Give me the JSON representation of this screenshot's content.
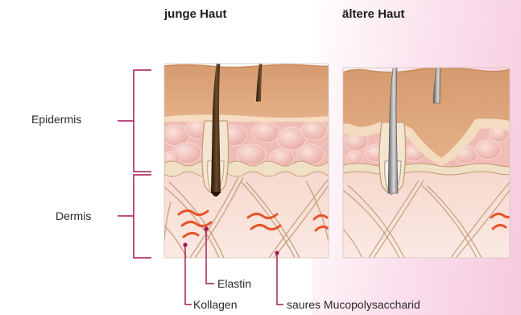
{
  "titles": {
    "young": "junge Haut",
    "old": "ältere Haut"
  },
  "layers": {
    "epidermis": "Epidermis",
    "dermis": "Dermis"
  },
  "components": {
    "elastin": "Elastin",
    "collagen": "Kollagen",
    "mucopolysaccharide": "saures Mucopolysaccharid"
  },
  "colors": {
    "skin_surface": "#dba47a",
    "cell_layer": "#f3c9c4",
    "dermis": "#f6ddd2",
    "collagen_fiber": "#c9a585",
    "elastin_fiber": "#e8542a",
    "callout_line": "#a2155a",
    "young_hair": "#3a2a18",
    "old_hair": "#8a8a8a"
  }
}
